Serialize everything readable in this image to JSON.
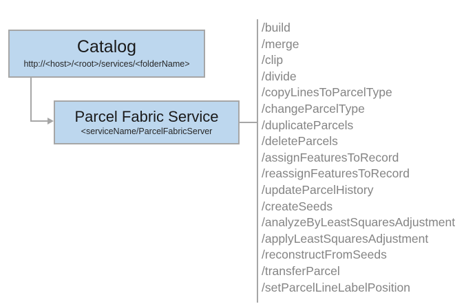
{
  "diagram": {
    "type": "architecture-diagram",
    "colors": {
      "node_fill": "#bdd7ee",
      "node_border": "#a6a6a6",
      "connector": "#a6a6a6",
      "operation_text": "#848484",
      "title_text": "#1a1a1a",
      "background": "#ffffff"
    },
    "nodes": [
      {
        "id": "catalog",
        "title": "Catalog",
        "subtitle": "http://<host>/<root>/services/<folderName>"
      },
      {
        "id": "parcel-fabric-service",
        "title": "Parcel Fabric Service",
        "subtitle": "<serviceName/ParcelFabricServer"
      }
    ],
    "operations": [
      "/build",
      "/merge",
      "/clip",
      "/divide",
      "/copyLinesToParcelType",
      "/changeParcelType",
      "/duplicateParcels",
      "/deleteParcels",
      "/assignFeaturesToRecord",
      "/reassignFeaturesToRecord",
      "/updateParcelHistory",
      "/createSeeds",
      "/analyzeByLeastSquaresAdjustment",
      "/applyLeastSquaresAdjustment",
      "/reconstructFromSeeds",
      "/transferParcel",
      "/setParcelLineLabelPosition"
    ]
  }
}
